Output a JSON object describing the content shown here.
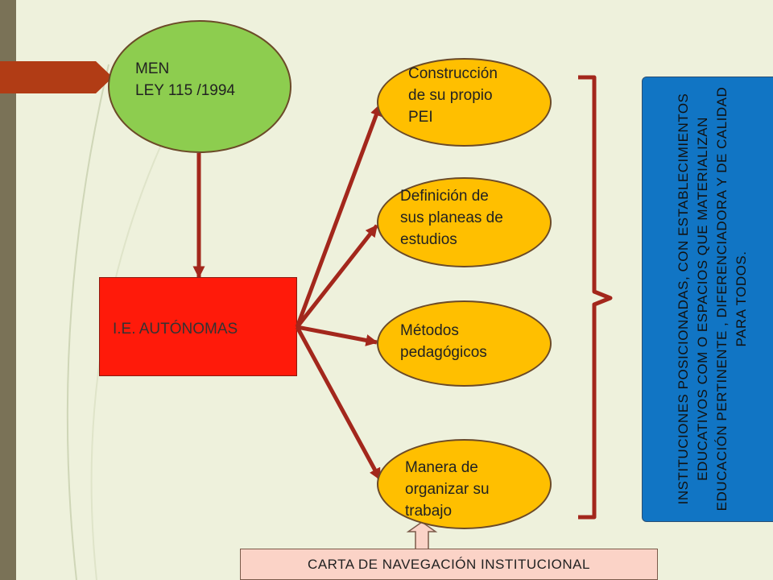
{
  "men": {
    "lines": "MEN\nLEY 115 /1994"
  },
  "ie": {
    "label": "I.E. AUTÓNOMAS"
  },
  "nodes": [
    {
      "text": "Construcción\nde su propio\nPEI"
    },
    {
      "text": "Definición de\nsus planeas de\nestudios"
    },
    {
      "text": "Métodos\npedagógicos"
    },
    {
      "text": "Manera de\norganizar su\ntrabajo"
    }
  ],
  "result": {
    "text": "INSTITUCIONES POSICIONADAS, CON ESTABLECIMIENTOS EDUCATIVOS COM O ESPACIOS QUE MATERIALIZAN EDUCACIÓN PERTINENTE , DIFERENCIADORA Y DE CALIDAD PARA TODOS."
  },
  "footer": {
    "label": "CARTA DE NAVEGACIÓN INSTITUCIONAL"
  },
  "colors": {
    "men_fill": "#8dcd4f",
    "ie_fill": "#ff1a0a",
    "node_fill": "#ffbf00",
    "result_fill": "#1175c4",
    "footer_fill": "#fbd3c7",
    "arrow": "#a3271c"
  }
}
